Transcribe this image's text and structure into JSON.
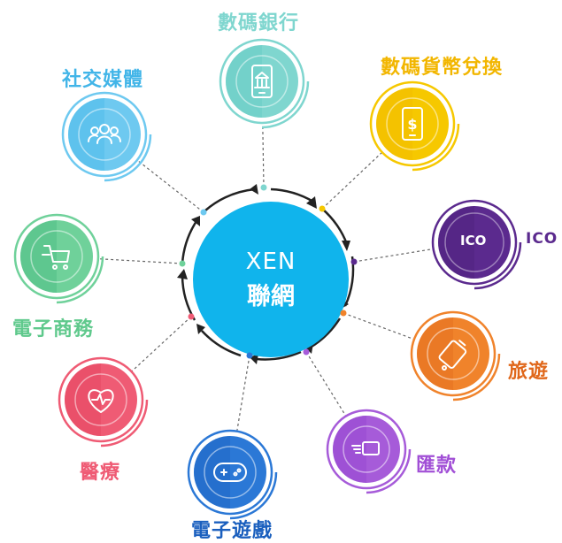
{
  "center": {
    "line1": "XEN",
    "line2": "聯網"
  },
  "nodes": [
    {
      "id": "digital-banking",
      "label": "數碼銀行",
      "color": "#7fd6cf",
      "dark": "#5ec9c0",
      "icon": "bank-phone-icon"
    },
    {
      "id": "currency-exchange",
      "label": "數碼貨幣兌換",
      "color": "#f6c800",
      "dark": "#f2b600",
      "icon": "dollar-phone-icon"
    },
    {
      "id": "ico",
      "label": "ICO",
      "color": "#5b2a8e",
      "dark": "#4a1f78",
      "icon": "ico-icon",
      "inner_text": "ICO"
    },
    {
      "id": "travel",
      "label": "旅遊",
      "color": "#f0832b",
      "dark": "#e0671a",
      "icon": "luggage-icon"
    },
    {
      "id": "remittance",
      "label": "匯款",
      "color": "#a65bd9",
      "dark": "#8f3fcf",
      "icon": "money-transfer-icon"
    },
    {
      "id": "gaming",
      "label": "電子遊戲",
      "color": "#2b78d6",
      "dark": "#1a5fbe",
      "icon": "gamepad-icon"
    },
    {
      "id": "medical",
      "label": "醫療",
      "color": "#ef5b74",
      "dark": "#e23b5a",
      "icon": "heart-pulse-icon"
    },
    {
      "id": "ecommerce",
      "label": "電子商務",
      "color": "#6fd19a",
      "dark": "#3fb57a",
      "icon": "shopping-cart-icon"
    },
    {
      "id": "social-media",
      "label": "社交媒體",
      "color": "#6ec9f0",
      "dark": "#42b5e8",
      "icon": "people-icon"
    }
  ],
  "colors": {
    "center": "#10b4ec",
    "arrow": "#222222",
    "connector": "#666666"
  }
}
